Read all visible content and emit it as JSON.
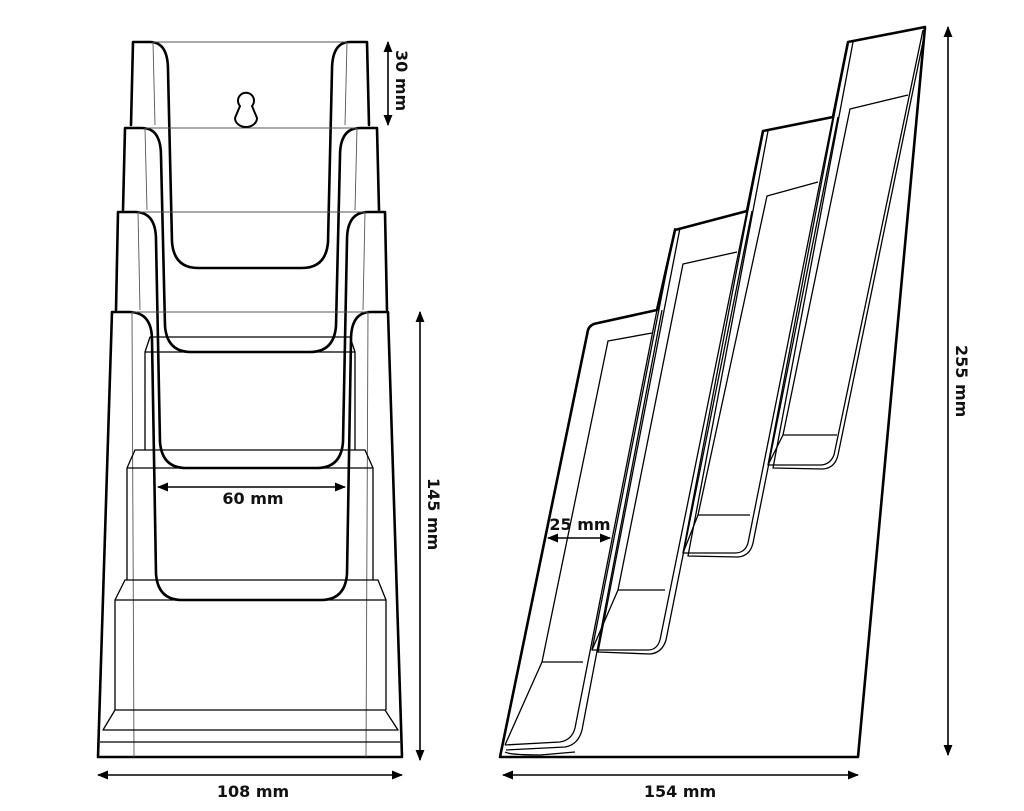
{
  "front_view": {
    "height_top_tier": "30 mm",
    "pocket_width": "60 mm",
    "height_front": "145 mm",
    "width": "108 mm"
  },
  "side_view": {
    "pocket_depth": "25 mm",
    "depth": "154 mm",
    "height": "255 mm"
  }
}
